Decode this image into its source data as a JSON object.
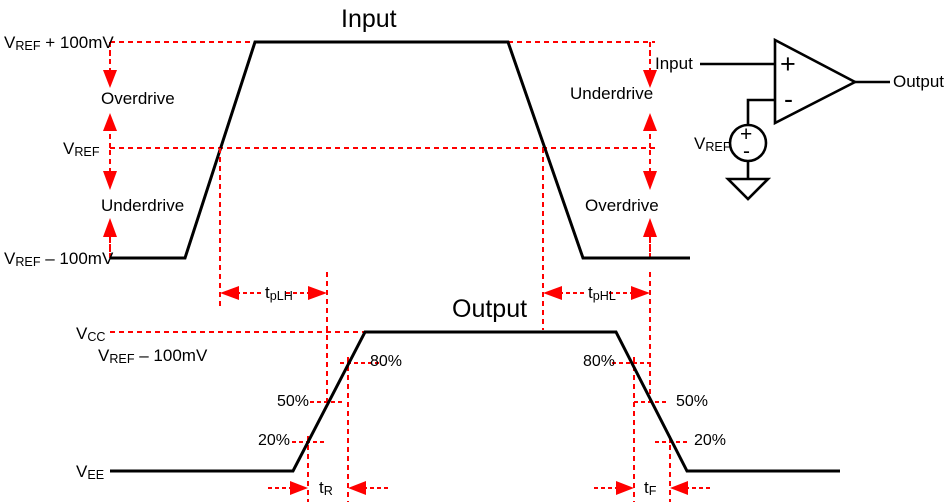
{
  "diagram": {
    "title_input": "Input",
    "title_output": "Output",
    "colors": {
      "waveform": "#000000",
      "annotation": "#ff0000",
      "background": "#ffffff"
    }
  },
  "input_waveform": {
    "levels": {
      "high_label_prefix": "V",
      "high_label_sub": "REF",
      "high_label_suffix": " + 100mV",
      "mid_label_prefix": "V",
      "mid_label_sub": "REF",
      "low_label_prefix": "V",
      "low_label_sub": "REF",
      "low_label_suffix": " – 100mV"
    },
    "annotations_left": [
      "Overdrive",
      "Underdrive"
    ],
    "annotations_right": [
      "Underdrive",
      "Overdrive"
    ]
  },
  "output_waveform": {
    "vcc_prefix": "V",
    "vcc_sub": "CC",
    "vcc_note_prefix": "V",
    "vcc_note_sub": "REF",
    "vcc_note_suffix": " – 100mV",
    "vee_prefix": "V",
    "vee_sub": "EE",
    "percent_labels": [
      "80%",
      "50%",
      "20%",
      "80%",
      "50%",
      "20%"
    ]
  },
  "timing": {
    "tplh_prefix": "t",
    "tplh_sub": "pLH",
    "tphl_prefix": "t",
    "tphl_sub": "pHL",
    "tr_prefix": "t",
    "tr_sub": "R",
    "tf_prefix": "t",
    "tf_sub": "F"
  },
  "circuit": {
    "input_label": "Input",
    "output_label": "Output",
    "vref_prefix": "V",
    "vref_sub": "REF",
    "opamp_plus": "+",
    "opamp_minus": "-",
    "source_plus": "+",
    "source_minus": "-"
  },
  "chart_data": {
    "type": "line",
    "title": "Comparator input/output timing with overdrive, propagation delay and rise/fall times",
    "series": [
      {
        "name": "Input",
        "points": [
          [
            110,
            258
          ],
          [
            185,
            258
          ],
          [
            255,
            42
          ],
          [
            508,
            42
          ],
          [
            583,
            258
          ],
          [
            690,
            258
          ]
        ],
        "levels": {
          "VREF+100mV": 42,
          "VREF": 148,
          "VREF-100mV": 258
        }
      },
      {
        "name": "Output",
        "points": [
          [
            110,
            471
          ],
          [
            293,
            471
          ],
          [
            365,
            332
          ],
          [
            616,
            332
          ],
          [
            687,
            471
          ],
          [
            840,
            471
          ]
        ],
        "levels": {
          "VCC": 332,
          "80%": 363,
          "50%": 402,
          "20%": 442,
          "VEE": 471
        }
      }
    ],
    "markers": {
      "tpLH": {
        "from_x": 219,
        "to_x": 327,
        "y": 293
      },
      "tpHL": {
        "from_x": 543,
        "to_x": 650,
        "y": 293
      },
      "tR": {
        "from_x": 308,
        "to_x": 348,
        "y": 488
      },
      "tF": {
        "from_x": 634,
        "to_x": 670,
        "y": 488
      }
    },
    "grid": false,
    "legend": "none"
  }
}
